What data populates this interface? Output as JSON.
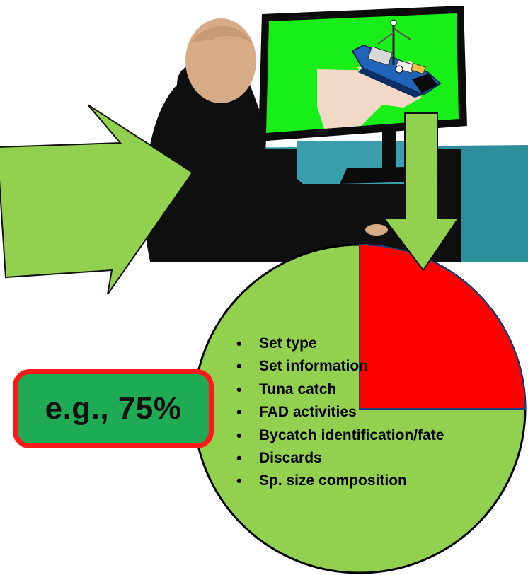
{
  "colors": {
    "screen": "#18ee18",
    "arrow": "#92d050",
    "pie_highlight": "#ff0000",
    "pie_base": "#92d050",
    "badge_fill": "#1faa54",
    "badge_border": "#ff1a1a"
  },
  "icons": {
    "vessel": "fishing-vessel-icon",
    "observer": "observer-figure-icon",
    "monitor": "monitor-icon"
  },
  "pie": {
    "highlight_fraction": 0.25,
    "base_fraction": 0.75
  },
  "badge": {
    "text": "e.g., 75%"
  },
  "items": [
    "Set type",
    "Set information",
    "Tuna catch",
    "FAD activities",
    "Bycatch identification/fate",
    "Discards",
    "Sp. size composition"
  ]
}
